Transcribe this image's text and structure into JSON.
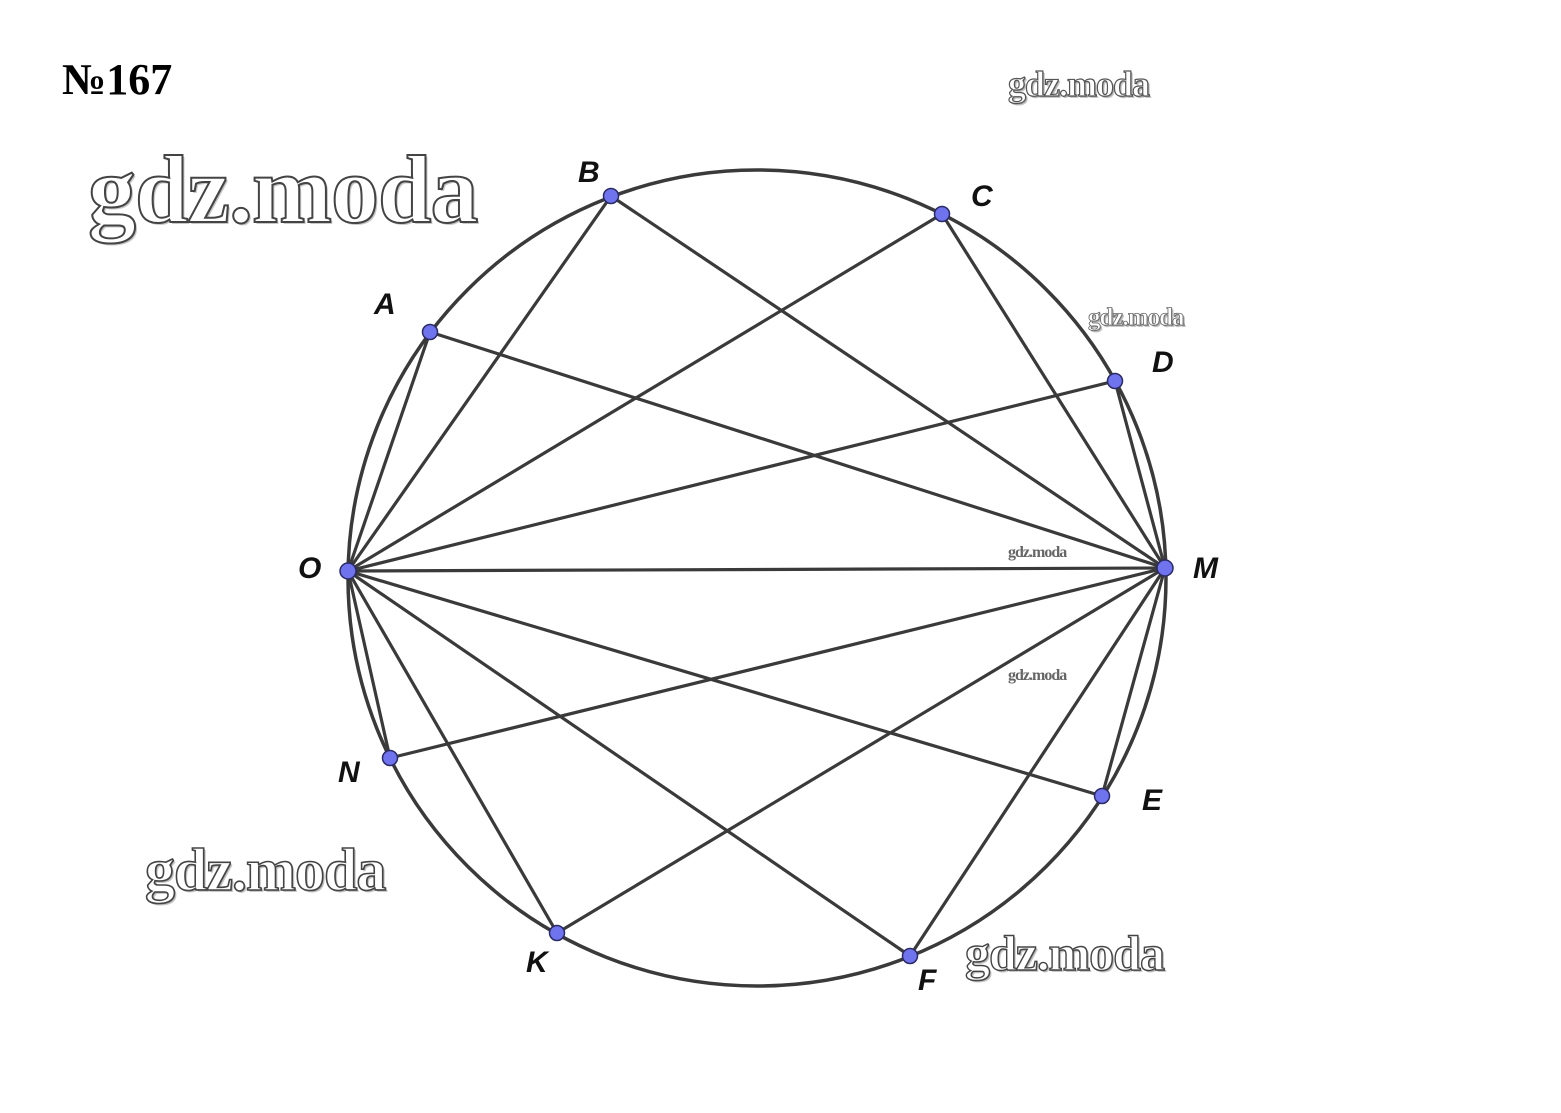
{
  "problem_number": "№167",
  "watermark_text": "gdz.moda",
  "colors": {
    "line": "#3a3a3a",
    "point_fill": "#6f74ee",
    "point_stroke": "#2a2a66",
    "label": "#111111"
  },
  "points": [
    {
      "id": "O",
      "label": "O"
    },
    {
      "id": "M",
      "label": "M"
    },
    {
      "id": "A",
      "label": "A"
    },
    {
      "id": "B",
      "label": "B"
    },
    {
      "id": "C",
      "label": "C"
    },
    {
      "id": "D",
      "label": "D"
    },
    {
      "id": "E",
      "label": "E"
    },
    {
      "id": "F",
      "label": "F"
    },
    {
      "id": "K",
      "label": "K"
    },
    {
      "id": "N",
      "label": "N"
    }
  ],
  "segments": [
    [
      "O",
      "M"
    ],
    [
      "O",
      "A"
    ],
    [
      "O",
      "B"
    ],
    [
      "O",
      "C"
    ],
    [
      "O",
      "D"
    ],
    [
      "O",
      "E"
    ],
    [
      "O",
      "F"
    ],
    [
      "O",
      "K"
    ],
    [
      "O",
      "N"
    ],
    [
      "M",
      "A"
    ],
    [
      "M",
      "B"
    ],
    [
      "M",
      "C"
    ],
    [
      "M",
      "D"
    ],
    [
      "M",
      "E"
    ],
    [
      "M",
      "F"
    ],
    [
      "M",
      "K"
    ],
    [
      "M",
      "N"
    ]
  ]
}
